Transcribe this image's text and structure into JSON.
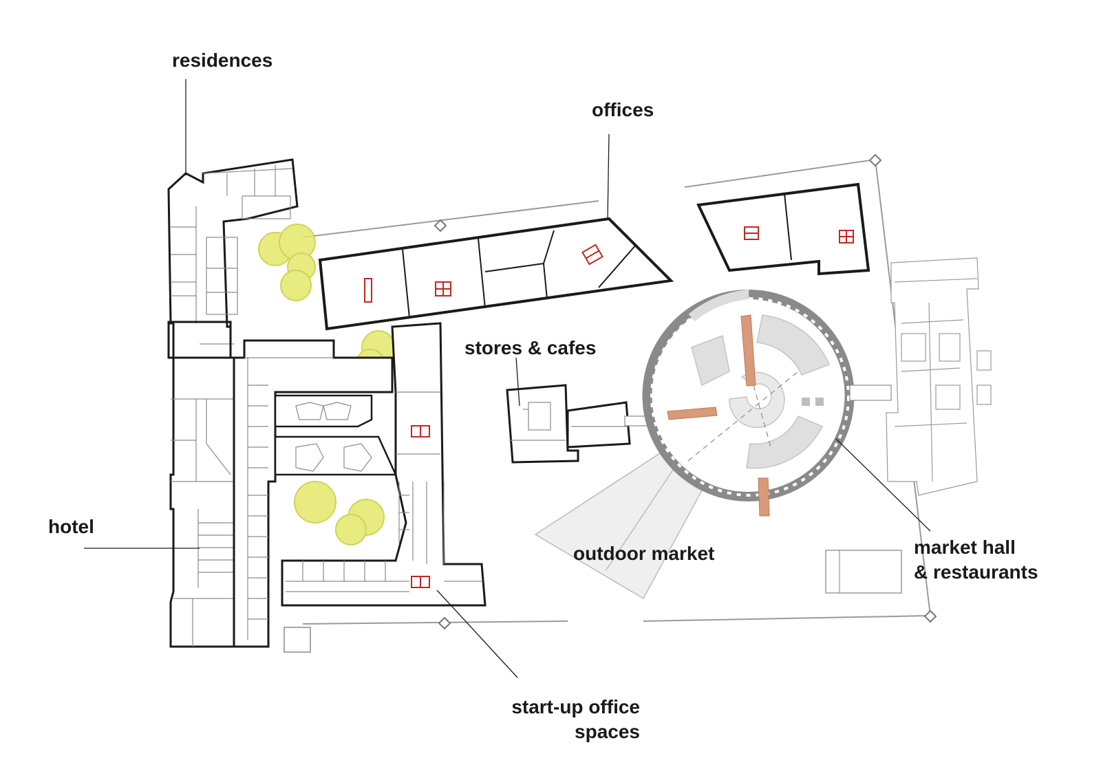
{
  "labels": {
    "residences": "residences",
    "offices": "offices",
    "stores_cafes": "stores & cafes",
    "hotel": "hotel",
    "outdoor_market": "outdoor market",
    "market_hall_line1": "market hall",
    "market_hall_line2": "& restaurants",
    "startup_line1": "start-up office",
    "startup_line2": "spaces"
  },
  "colors": {
    "wall": "#1a1a1a",
    "interior": "#8a8a8a",
    "tree": "#c8cc3a",
    "office_marker": "#c0281e",
    "market_stall": "#d8d8d8",
    "ramp": "#d99a7a",
    "context": "#9a9a9a"
  }
}
